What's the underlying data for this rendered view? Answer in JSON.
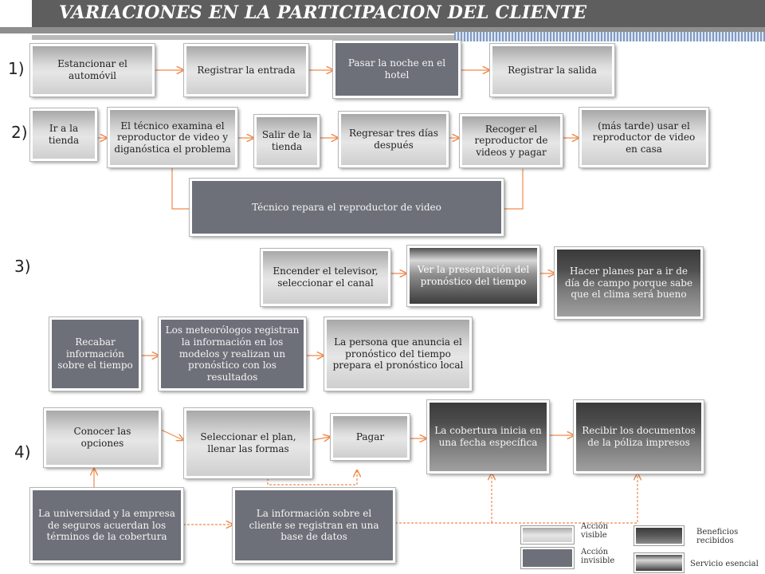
{
  "title": "VARIACIONES EN LA PARTICIPACION DEL CLIENTE",
  "sections": {
    "s1": {
      "number": "1)",
      "steps": [
        "Estancionar el automóvil",
        "Registrar la entrada",
        "Pasar la noche en el hotel",
        "Registrar la salida"
      ]
    },
    "s2": {
      "number": "2)",
      "steps": [
        "Ir a la tienda",
        "El técnico examina el reproductor de video y diganóstica el problema",
        "Salir de la tienda",
        "Regresar tres días después",
        "Recoger el reproductor de videos y pagar",
        "(más tarde) usar el reproductor de video en casa"
      ],
      "backstage": "Técnico repara el reproductor de video"
    },
    "s3": {
      "number": "3)",
      "steps": [
        "Encender el televisor, seleccionar el canal",
        "Ver la presentación del pronóstico del tiempo",
        "Hacer planes par a ir de día de campo porque sabe que el clima será bueno"
      ],
      "backstage": [
        "Recabar información sobre el tiempo",
        "Los meteorólogos registran la información en los modelos y realizan un pronóstico con los resultados",
        "La persona que anuncia el pronóstico del tiempo prepara el pronóstico local"
      ]
    },
    "s4": {
      "number": "4)",
      "steps": [
        "Conocer las opciones",
        "Seleccionar el plan, llenar las formas",
        "Pagar",
        "La cobertura inicia en una fecha específica",
        "Recibir los documentos de la póliza impresos"
      ],
      "backstage": [
        "La universidad y la empresa de seguros acuerdan los términos de la cobertura",
        "La información sobre el cliente se registran en una base de datos"
      ]
    }
  },
  "legend": {
    "visible": "Acción visible",
    "invisible": "Acción invisible",
    "benefits": "Beneficios recibidos",
    "core": "Servicio esencial"
  },
  "colors": {
    "connector": "#f08a4b",
    "title_bar": "#5e5e5e",
    "invisible_action": "#6e7079"
  }
}
